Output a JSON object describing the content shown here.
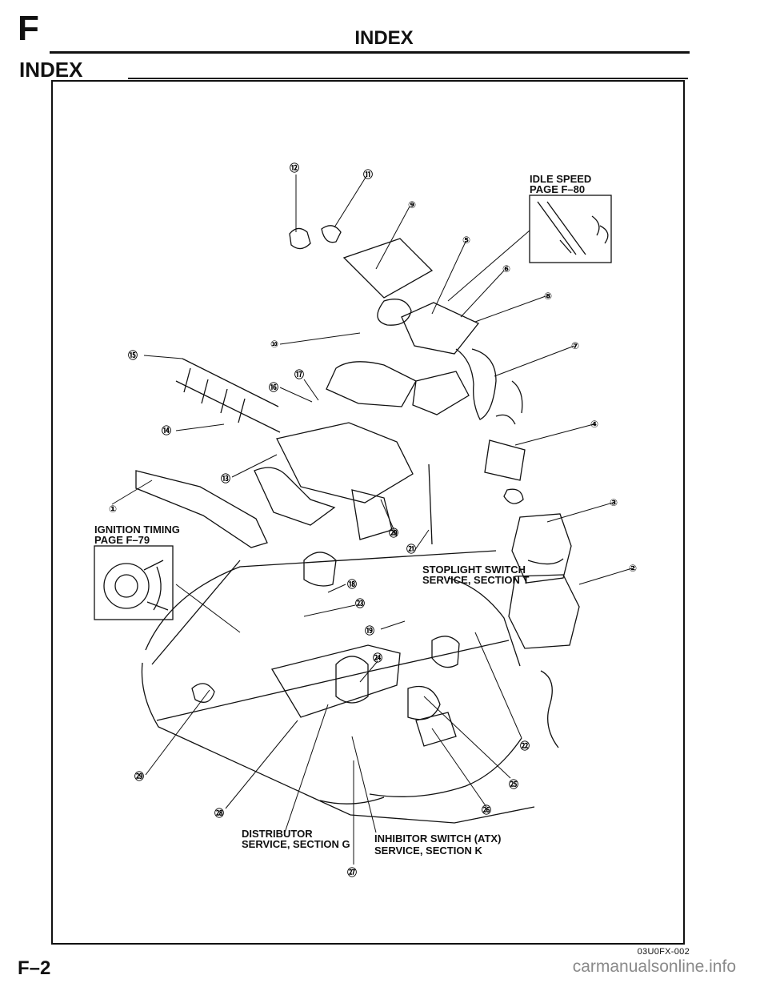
{
  "header": {
    "section_letter": "F",
    "title": "INDEX"
  },
  "section_title": "INDEX",
  "diagram_labels": {
    "idle_speed": [
      "IDLE SPEED",
      "PAGE F–80"
    ],
    "ignition_timing": [
      "IGNITION TIMING",
      "PAGE F–79"
    ],
    "stoplight_switch": [
      "STOPLIGHT SWITCH",
      "SERVICE, SECTION T"
    ],
    "distributor": [
      "DISTRIBUTOR",
      "SERVICE, SECTION G"
    ],
    "inhibitor_switch": [
      "INHIBITOR SWITCH (ATX)",
      "SERVICE, SECTION K"
    ]
  },
  "callouts": [
    {
      "id": "c1",
      "text": "①"
    },
    {
      "id": "c2",
      "text": "②"
    },
    {
      "id": "c3",
      "text": "③"
    },
    {
      "id": "c4",
      "text": "④"
    },
    {
      "id": "c5",
      "text": "⑤"
    },
    {
      "id": "c6",
      "text": "⑥"
    },
    {
      "id": "c7",
      "text": "⑦"
    },
    {
      "id": "c8",
      "text": "⑧"
    },
    {
      "id": "c9",
      "text": "⑨"
    },
    {
      "id": "c10",
      "text": "⑩"
    },
    {
      "id": "c11",
      "text": "⑪"
    },
    {
      "id": "c12",
      "text": "⑫"
    },
    {
      "id": "c13",
      "text": "⑬"
    },
    {
      "id": "c14",
      "text": "⑭"
    },
    {
      "id": "c15",
      "text": "⑮"
    },
    {
      "id": "c16",
      "text": "⑯"
    },
    {
      "id": "c17",
      "text": "⑰"
    },
    {
      "id": "c18",
      "text": "⑱"
    },
    {
      "id": "c19",
      "text": "⑲"
    },
    {
      "id": "c20",
      "text": "⑳"
    },
    {
      "id": "c21",
      "text": "㉑"
    },
    {
      "id": "c22",
      "text": "㉒"
    },
    {
      "id": "c23",
      "text": "㉓"
    },
    {
      "id": "c24",
      "text": "㉔"
    },
    {
      "id": "c25",
      "text": "㉕"
    },
    {
      "id": "c26",
      "text": "㉖"
    },
    {
      "id": "c27",
      "text": "㉗"
    },
    {
      "id": "c28",
      "text": "㉘"
    },
    {
      "id": "c29",
      "text": "㉙"
    }
  ],
  "figure_code": "03U0FX-002",
  "page_number": "F–2",
  "watermark": "carmanualsonline.info"
}
